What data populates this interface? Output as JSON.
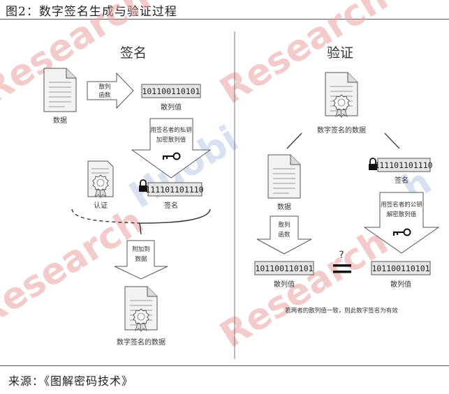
{
  "figure_title": "图2：数字签名生成与验证过程",
  "source": "来源：《图解密码技术》",
  "watermark": {
    "text_research": "Research",
    "text_huobi": "Huobi",
    "text_h": "h"
  },
  "left": {
    "title": "签名",
    "data_label": "数据",
    "hash_arrow": [
      "散列",
      "函数"
    ],
    "hash_value": "101100110101",
    "hash_value_label": "散列值",
    "encrypt_arrow": [
      "用签名者的私钥",
      "加密散列值"
    ],
    "cert_label": "认证",
    "signature_value": "111101101110",
    "signature_label": "签名",
    "attach_arrow": [
      "附加到",
      "数据"
    ],
    "signed_data_label": "数字签名的数据"
  },
  "right": {
    "title": "验证",
    "signed_data_label": "数字签名的数据",
    "data_label": "数据",
    "signature_value": "111101101110",
    "signature_label": "签名",
    "hash_arrow": [
      "散列",
      "函数"
    ],
    "decrypt_arrow": [
      "用签名者的公钥",
      "解密散列值"
    ],
    "hash_value_left": "101100110101",
    "hash_value_left_label": "散列值",
    "question": "?",
    "hash_value_right": "101100110101",
    "hash_value_right_label": "散列值",
    "conclusion": "若两者的散列值一致，则此数字签名为有效"
  },
  "colors": {
    "ink": "#333333",
    "box_fill": "#e6e6e6",
    "watermark_red": "#e9a0a0",
    "watermark_blue": "#b8c8e6"
  }
}
